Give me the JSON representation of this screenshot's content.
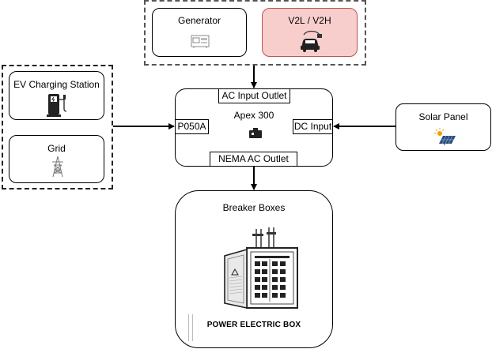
{
  "nodes": {
    "generator": "Generator",
    "v2l": "V2L / V2H",
    "ev_charging": "EV Charging Station",
    "grid": "Grid",
    "apex": "Apex 300",
    "solar": "Solar Panel",
    "breaker": "Breaker Boxes"
  },
  "ports": {
    "ac_input": "AC Input Outlet",
    "p050a": "P050A",
    "dc_input": "DC Input",
    "nema": "NEMA AC Outlet"
  },
  "illustration": {
    "box_caption": "POWER ELECTRIC BOX"
  },
  "colors": {
    "v2l_fill": "#f8cecc",
    "v2l_stroke": "#b85450",
    "line": "#000000"
  }
}
